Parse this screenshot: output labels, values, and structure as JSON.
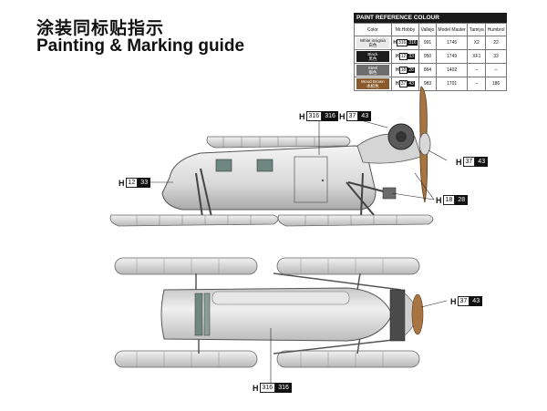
{
  "header": {
    "title_cn": "涂装同标贴指示",
    "title_en": "Painting & Marking guide"
  },
  "paint_table": {
    "title": "PAINT REFERENCE COLOUR",
    "columns": [
      "Color",
      "Mr.Hobby",
      "Vallejo",
      "Model Master",
      "Tamiya",
      "Humbrol"
    ],
    "rows": [
      {
        "color": "White insignia",
        "color2": "白色",
        "swatch": "#e9e9e9",
        "swatch_text": "#111111",
        "mrhobby_n": "316",
        "mrhobby_v": "316",
        "vallejo": "991",
        "model_master": "1745",
        "tamiya": "X2",
        "humbrol": "22"
      },
      {
        "color": "Black",
        "color2": "黑色",
        "swatch": "#1b1b1b",
        "swatch_text": "#ffffff",
        "mrhobby_n": "12",
        "mrhobby_v": "33",
        "vallejo": "950",
        "model_master": "1749",
        "tamiya": "XF1",
        "humbrol": "33"
      },
      {
        "color": "Steel",
        "color2": "钢色",
        "swatch": "#6d6d6d",
        "swatch_text": "#ffffff",
        "mrhobby_n": "18",
        "mrhobby_v": "28",
        "vallejo": "864",
        "model_master": "1402",
        "tamiya": "–",
        "humbrol": "–"
      },
      {
        "color": "Wood Brown",
        "color2": "木棕色",
        "swatch": "#8a5a2c",
        "swatch_text": "#ffffff",
        "mrhobby_n": "37",
        "mrhobby_v": "43",
        "vallejo": "983",
        "model_master": "1701",
        "tamiya": "–",
        "humbrol": "186"
      }
    ]
  },
  "callouts": {
    "side_body": {
      "n": "316",
      "v": "316"
    },
    "side_prop": {
      "n": "37",
      "v": "43"
    },
    "side_ski": {
      "n": "12",
      "v": "33"
    },
    "side_spinner": {
      "n": "37",
      "v": "43"
    },
    "side_engine": {
      "n": "18",
      "v": "28"
    },
    "top_prop": {
      "n": "37",
      "v": "43"
    },
    "top_body": {
      "n": "316",
      "v": "316"
    }
  },
  "h_prefix": "H"
}
